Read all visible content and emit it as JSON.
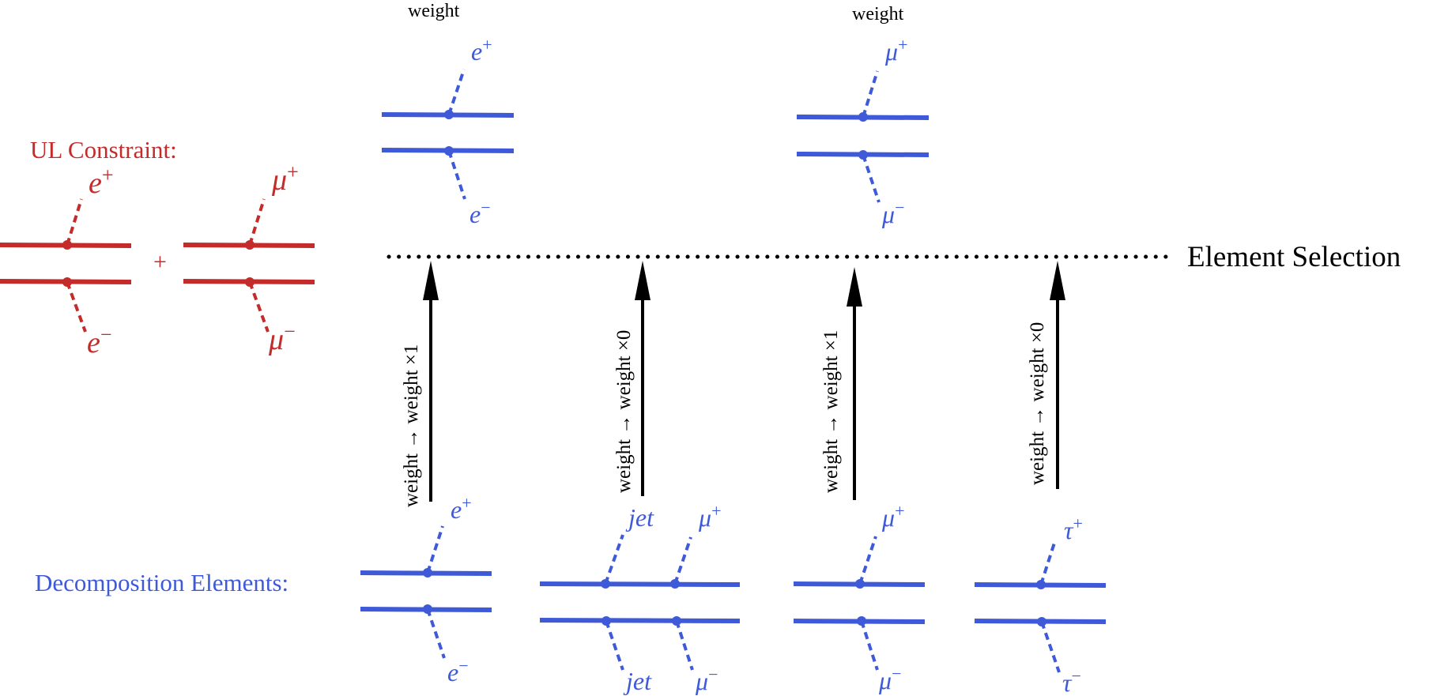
{
  "colors": {
    "red": "#c42b2b",
    "blue": "#3f5ad8",
    "black": "#000000"
  },
  "ul_constraint": {
    "label": "UL Constraint:",
    "plus": "+",
    "diagram_a": {
      "top": "e",
      "top_sup": "+",
      "bottom": "e",
      "bottom_sup": "−"
    },
    "diagram_b": {
      "top": "μ",
      "top_sup": "+",
      "bottom": "μ",
      "bottom_sup": "−"
    }
  },
  "selected": [
    {
      "weight_label": "weight",
      "top": "e",
      "top_sup": "+",
      "bottom": "e",
      "bottom_sup": "−"
    },
    {
      "weight_label": "weight",
      "top": "μ",
      "top_sup": "+",
      "bottom": "μ",
      "bottom_sup": "−"
    }
  ],
  "selection_label": "Element Selection",
  "arrows": [
    {
      "label": "weight → weight ×1"
    },
    {
      "label": "weight → weight ×0"
    },
    {
      "label": "weight → weight ×1"
    },
    {
      "label": "weight → weight ×0"
    }
  ],
  "decomposition": {
    "label": "Decomposition Elements:",
    "elements": [
      {
        "top": "e",
        "top_sup": "+",
        "bottom": "e",
        "bottom_sup": "−"
      },
      {
        "top": "jet",
        "top2": "μ",
        "top2_sup": "+",
        "bottom": "jet",
        "bottom2": "μ",
        "bottom2_sup": "−"
      },
      {
        "top": "μ",
        "top_sup": "+",
        "bottom": "μ",
        "bottom_sup": "−"
      },
      {
        "top": "τ",
        "top_sup": "+",
        "bottom": "τ",
        "bottom_sup": "−"
      }
    ]
  }
}
